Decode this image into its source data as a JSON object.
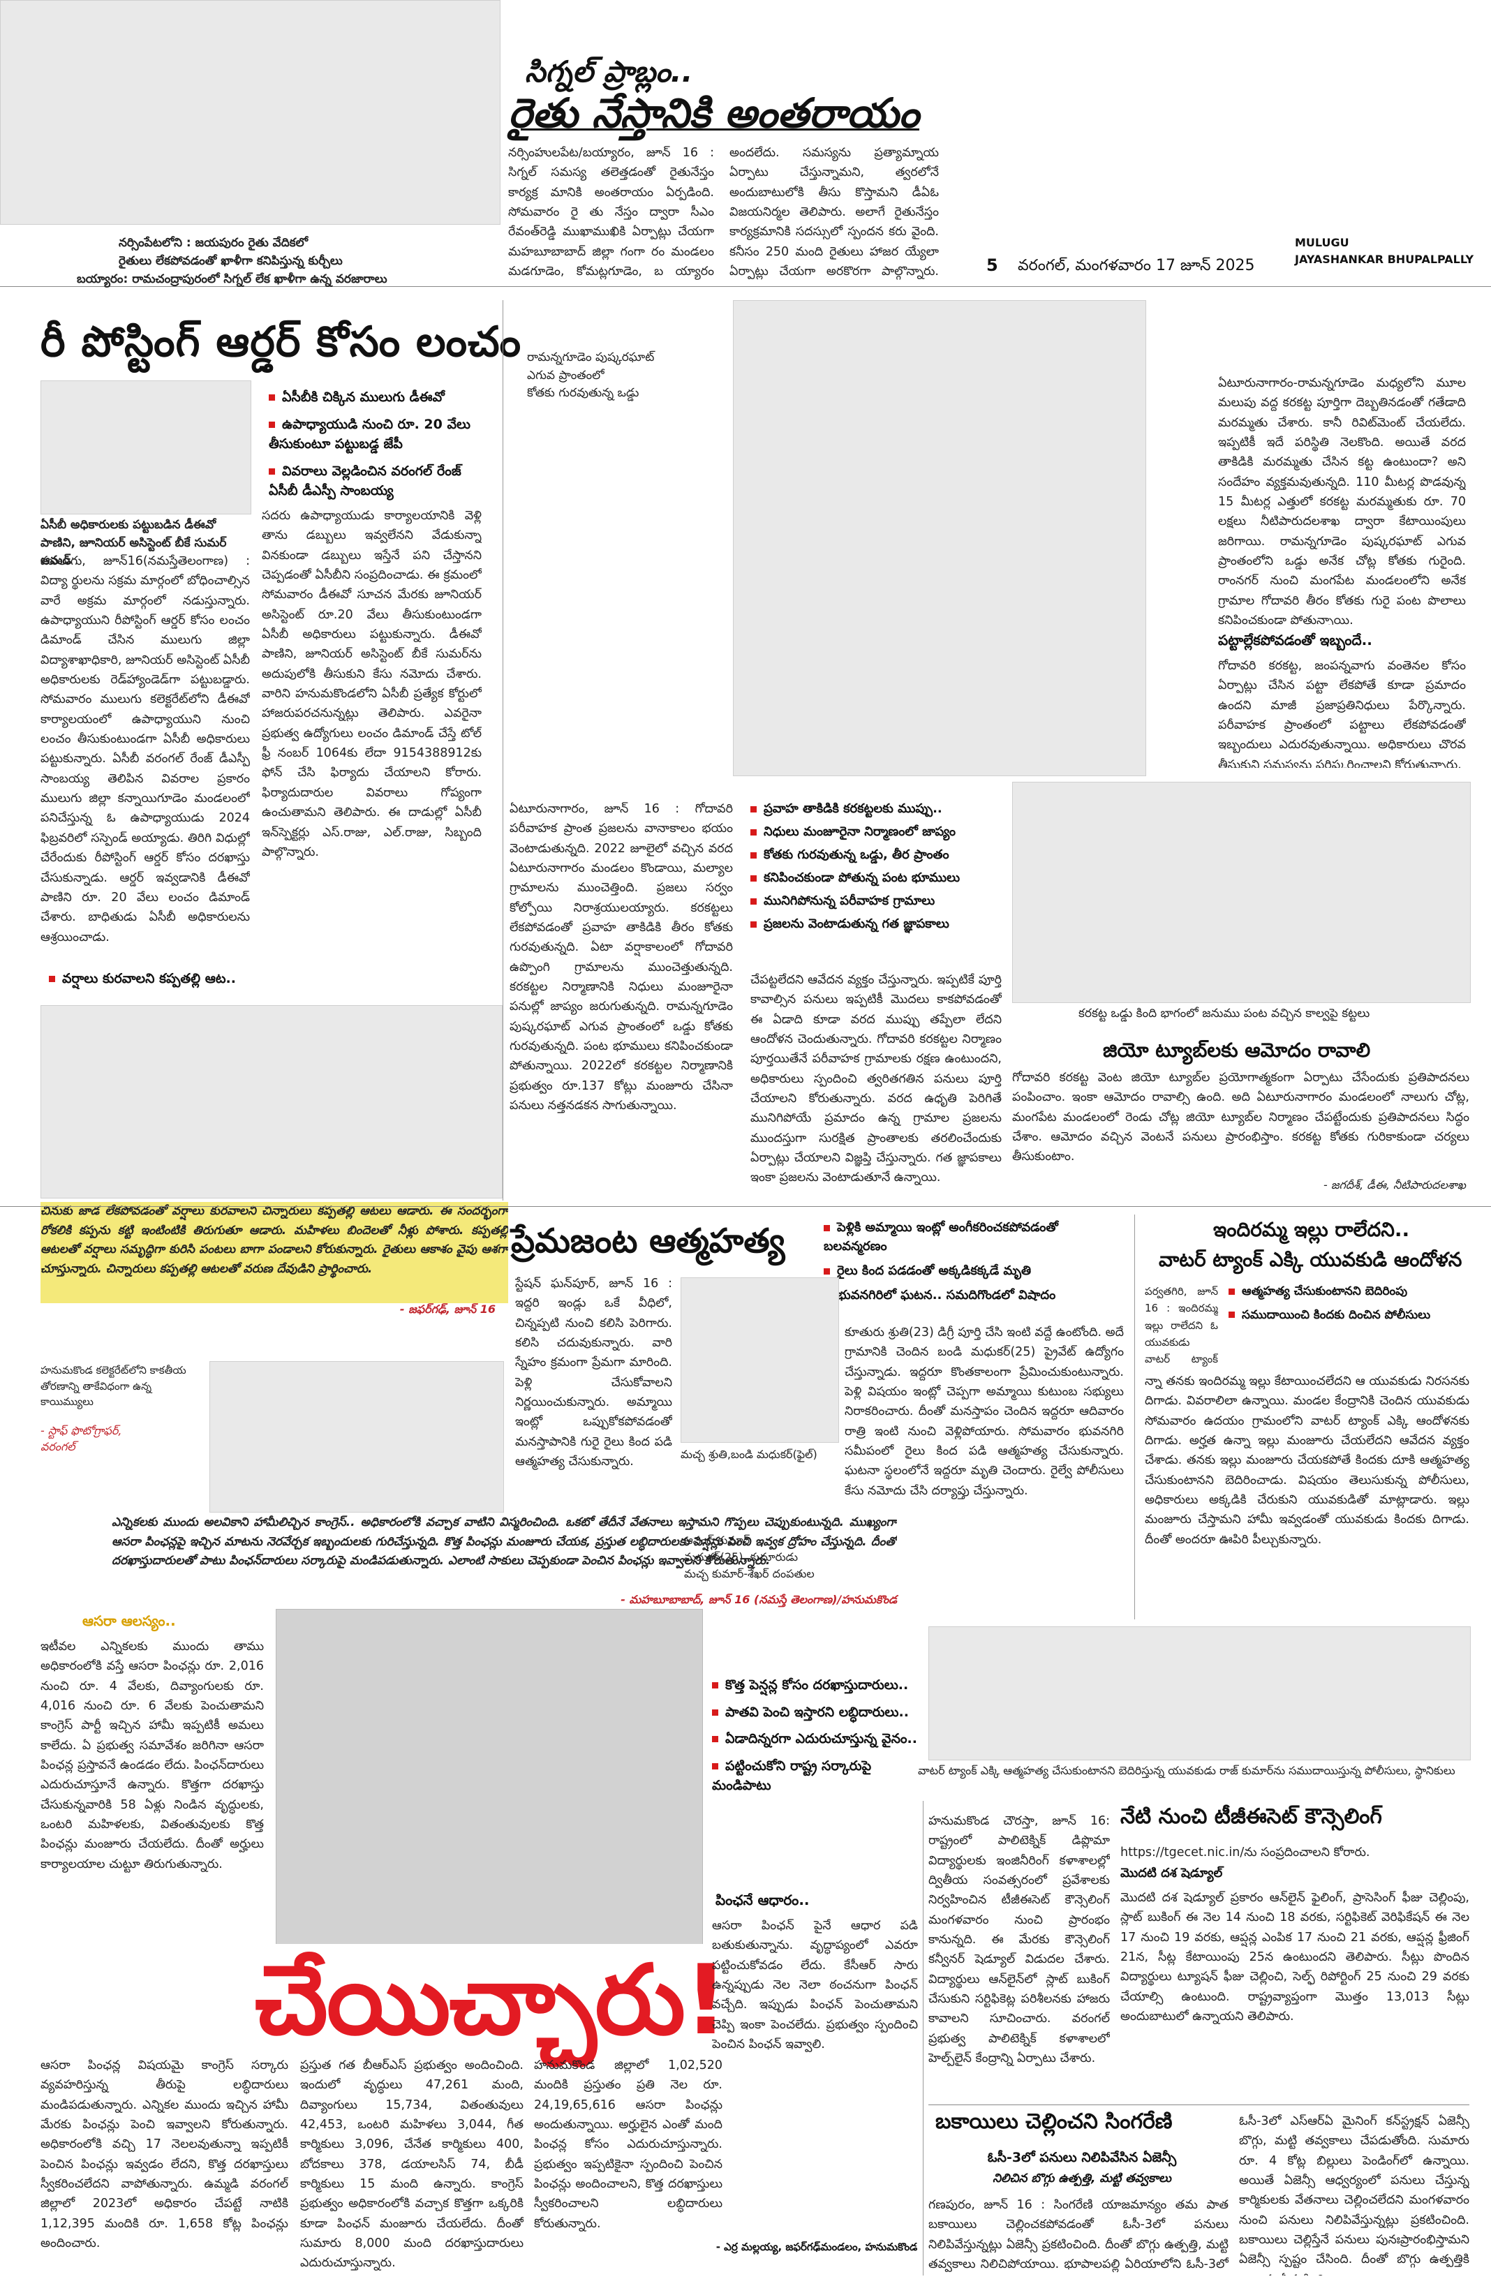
{
  "masthead": {
    "page_number": "5",
    "dateline": "వరంగల్, మంగళవారం 17 జూన్ 2025",
    "district_1": "MULUGU",
    "district_2": "JAYASHANKAR BHUPALPALLY"
  },
  "signal_story": {
    "kicker": "సిగ్నల్ ప్రాబ్లం..",
    "headline": "రైతు నేస్తానికి అంతరాయం",
    "photo_caption_1": "నర్సింపేటలోని : జయపురం రైతు వేదికలో",
    "photo_caption_2": "రైతులు లేకపోవడంతో ఖాళీగా కనిపిస్తున్న కుర్చీలు",
    "photo_caption_3": "బయ్యారం: రామచంద్రాపురంలో సిగ్నల్ లేక ఖాళీగా ఉన్న వరజారాలు",
    "body_1": "నర్సింహులపేట/బయ్యారం, జూన్ 16 : సిగ్నల్ సమస్య తలెత్తడంతో రైతునేస్తం కార్యక్ర మానికి అంతరాయం ఏర్పడింది. సోమవారం రై తు నేస్తం ద్వారా సీఎం రేవంత్‌రెడ్డి ముఖాముఖికి ఏర్పాట్లు చేయగా మహబూబాబాద్ జిల్లా గంగా రం మండలం మడగూడెం, కోమట్లగూడెం, బ య్యారం మండలం రామచంద్రాపురం గ్రామాల రైతు వేదికల్లోని అనుసంధాన పరికరాలకు సిగ్నల్",
    "body_2": "అందలేదు. సమస్యను ప్రత్యామ్నాయ ఏర్పాటు చేస్తున్నామని, త్వరలోనే అందుబాటులోకి తీసు కొస్తామని డీఏఓ విజయనిర్మల తెలిపారు. అలాగే రైతునేస్తం కార్యక్రమానికి సదస్సులో స్పందన కరు వైంది. కనీసం 250 మంది రైతులు హాజర య్యేలా ఏర్పాట్లు చేయగా అరకొరగా పాల్గొన్నారు. నర్సింహులపేట మండలం జయపురంలో ఎక్కు వగా ఖాళీ కుర్చీలే కనిపించాయి."
  },
  "reposting_story": {
    "headline": "రీ పోస్టింగ్ ఆర్డర్ కోసం లంచం",
    "bullets": [
      "ఏసీబీకి చిక్కిన ములుగు డీఈవో",
      "ఉపాధ్యాయుడి నుంచి రూ. 20 వేలు తీసుకుంటూ పట్టుబడ్డ జేపీ",
      "వివరాలు వెల్లడించిన వరంగల్ రేంజ్ ఏసీబీ డీఎస్పీ సాంబయ్య"
    ],
    "photo_caption": "ఏసీబీ అధికారులకు పట్టుబడిన డీఈవో పాణిని, జూనియర్ అసిస్టెంట్ బీకే సుమర్ ఆమడ్",
    "body_1": "ములుగు, జూన్16(నమస్తేతెలంగాణ) : విద్యా ర్థులను సక్రమ మార్గంలో బోధించాల్సిన వారే అక్రమ మార్గంలో నడుస్తున్నారు. ఉపాధ్యాయుని రీపోస్టింగ్ ఆర్డర్ కోసం లంచం డిమాండ్ చేసిన ములుగు జిల్లా విద్యాశాఖాధికారి, జూనియర్ అసిస్టెంట్ ఏసీబీ అధికారులకు రెడ్‌హ్యాండెడ్‌గా పట్టుబడ్డారు. సోమవారం ములుగు కలెక్టరేట్‌లోని డీఈవో కార్యాలయంలో ఉపాధ్యాయుని నుంచి లంచం తీసుకుంటుండగా ఏసీబీ అధికారులు పట్టుకున్నారు. ఏసీబీ వరంగల్ రేంజ్ డీఎస్పీ సాంబయ్య తెలిపిన వివరాల ప్రకారం ములుగు జిల్లా కన్నాయిగూడెం మండలంలో పనిచేస్తున్న ఓ ఉపాధ్యాయుడు 2024 ఫిబ్రవరిలో సస్పెండ్ అయ్యాడు. తిరిగి విధుల్లో చేరేందుకు రీపోస్టింగ్ ఆర్డర్ కోసం దరఖాస్తు చేసుకున్నాడు. ఆర్డర్ ఇవ్వడానికి డీఈవో పాణిని రూ. 20 వేలు లంచం డిమాండ్ చేశారు. బాధితుడు ఏసీబీ అధికారులను ఆశ్రయించాడు.",
    "body_2": "సదరు ఉపాధ్యాయుడు కార్యాలయానికి వెళ్లి తాను డబ్బులు ఇవ్వలేనని వేడుకున్నా వినకుండా డబ్బులు ఇస్తేనే పని చేస్తానని చెప్పడంతో ఏసీబీని సంప్రదించాడు. ఈ క్రమంలో సోమవారం డీఈవో సూచన మేరకు జూనియర్ అసిస్టెంట్ రూ.20 వేలు తీసుకుంటుండగా ఏసీబీ అధికారులు పట్టుకున్నారు. డీఈవో పాణిని, జూనియర్ అసిస్టెంట్ బీకే సుమర్‌ను అదుపులోకి తీసుకుని కేసు నమోదు చేశారు. వారిని హనుమకొండలోని ఏసీబీ ప్రత్యేక కోర్టులో హాజరుపరచనున్నట్లు తెలిపారు. ఎవరైనా ప్రభుత్వ ఉద్యోగులు లంచం డిమాండ్ చేస్తే టోల్ ఫ్రీ నంబర్ 1064కు లేదా 9154388912కు ఫోన్ చేసి ఫిర్యాదు చేయాలని కోరారు. ఫిర్యాదుదారుల వివరాలు గోప్యంగా ఉంచుతామని తెలిపారు. ఈ దాడుల్లో ఏసీబీ ఇన్‌స్పెక్టర్లు ఎస్.రాజు, ఎల్.రాజు, సిబ్బంది పాల్గొన్నారు."
  },
  "rain_brief": {
    "caption_1": "రామన్నగూడెం పుష్కరఘాట్",
    "caption_2": "ఎగువ ప్రాంతంలో",
    "caption_3": "కోతకు గురవుతున్న ఒడ్డు",
    "subhead": "వర్షాలు కురవాలని కప్పతల్లి ఆట..",
    "body": "చినుకు జాడ లేకపోవడంతో వర్షాలు కురవాలని చిన్నారులు కప్పతల్లి ఆటలు ఆడారు. ఈ సందర్భంగా రోకలికి కప్పను కట్టి ఇంటింటికి తిరుగుతూ ఆడారు. మహిళలు బిందెలతో నీళ్లు పోశారు. కప్పతల్లి ఆటలతో వర్షాలు సమృద్ధిగా కురిసి పంటలు బాగా పండాలని కోరుకున్నారు. రైతులు ఆకాశం వైపు ఆశగా చూస్తున్నారు. చిన్నారులు కప్పతల్లి ఆటలతో వరుణ దేవుడిని ప్రార్థించారు.",
    "credit": "- జఫర్‌గఢ్, జూన్ 16"
  },
  "godavari_story": {
    "bullets": [
      "ప్రవాహ తాకిడికి కరకట్టలకు ముప్పు..",
      "నిధులు మంజూరైనా నిర్మాణంలో జాప్యం",
      "కోతకు గురవుతున్న ఒడ్డు, తీర ప్రాంతం",
      "కనిపించకుండా పోతున్న పంట భూములు",
      "మునిగిపోనున్న పరీవాహక గ్రామాలు",
      "ప్రజలను వెంటాడుతున్న గత జ్ఞాపకాలు"
    ],
    "body_1": "ఏటూరునాగారం, జూన్ 16 : గోదావరి పరీవాహక ప్రాంత ప్రజలను వానాకాలం భయం వెంటాడుతున్నది. 2022 జూలైలో వచ్చిన వరద ఏటూరునాగారం మండలం కొండాయి, మల్యాల గ్రామాలను ముంచెత్తింది. ప్రజలు సర్వం కోల్పోయి నిరాశ్రయులయ్యారు. కరకట్టలు లేకపోవడంతో ప్రవాహ తాకిడికి తీరం కోతకు గురవుతున్నది. ఏటా వర్షాకాలంలో గోదావరి ఉప్పొంగి గ్రామాలను ముంచెత్తుతున్నది. కరకట్టల నిర్మాణానికి నిధులు మంజూరైనా పనుల్లో జాప్యం జరుగుతున్నది. రామన్నగూడెం పుష్కరఘాట్ ఎగువ ప్రాంతంలో ఒడ్డు కోతకు గురవుతున్నది. పంట భూములు కనిపించకుండా పోతున్నాయి. 2022లో కరకట్టల నిర్మాణానికి ప్రభుత్వం రూ.137 కోట్లు మంజూరు చేసినా పనులు నత్తనడకన సాగుతున్నాయి.",
    "body_2": "చేపట్టలేదని ఆవేదన వ్యక్తం చేస్తున్నారు. ఇప్పటికే పూర్తి కావాల్సిన పనులు ఇప్పటికీ మొదలు కాకపోవడంతో ఈ ఏడాది కూడా వరద ముప్పు తప్పేలా లేదని ఆందోళన చెందుతున్నారు. గోదావరి కరకట్టల నిర్మాణం పూర్తయితేనే పరీవాహక గ్రామాలకు రక్షణ ఉంటుందని, అధికారులు స్పందించి త్వరితగతిన పనులు పూర్తి చేయాలని కోరుతున్నారు. వరద ఉధృతి పెరిగితే మునిగిపోయే ప్రమాదం ఉన్న గ్రామాల ప్రజలను ముందస్తుగా సురక్షిత ప్రాంతాలకు తరలించేందుకు ఏర్పాట్లు చేయాలని విజ్ఞప్తి చేస్తున్నారు. గత జ్ఞాపకాలు ఇంకా ప్రజలను వెంటాడుతూనే ఉన్నాయి.",
    "body_3": "ఏటూరునాగారం-రామన్నగూడెం మధ్యలోని మూల మలుపు వద్ద కరకట్ట పూర్తిగా దెబ్బతినడంతో గతేడాది మరమ్మతు చేశారు. కానీ రివిట్‌మెంట్ చేయలేదు. ఇప్పటికీ ఇదే పరిస్థితి నెలకొంది. అయితే వరద తాకిడికి మరమ్మతు చేసిన కట్ట ఉంటుందా? అని సందేహం వ్యక్తమవుతున్నది. 110 మీటర్ల పొడవున్న 15 మీటర్ల ఎత్తులో కరకట్ట మరమ్మతుకు రూ. 70 లక్షలు నీటిపారుదలశాఖ ద్వారా కేటాయింపులు జరిగాయి. రామన్నగూడెం పుష్కరఘాట్ ఎగువ ప్రాంతంలోని ఒడ్డు అనేక చోట్ల కోతకు గురైంది. రాంనగర్ నుంచి మంగపేట మండలంలోని అనేక గ్రామాల గోదావరి తీరం కోతకు గురై పంట పొలాలు కనిపించకుండా పోతున్నాయి.",
    "subhead": "పట్టాల్లేకపోవడంతో ఇబ్బందే..",
    "body_4": "గోదావరి కరకట్ట, జంపన్నవాగు వంతెనల కోసం ఏర్పాట్లు చేసిన పట్టా లేకపోతే కూడా ప్రమాదం ఉందని మాజీ ప్రజాప్రతినిధులు పేర్కొన్నారు. పరీవాహక ప్రాంతంలో పట్టాలు లేకపోవడంతో ఇబ్బందులు ఎదురవుతున్నాయి. అధికారులు చొరవ తీసుకుని సమస్యను పరిష్కరించాలని కోరుతున్నారు."
  },
  "jio_story": {
    "photo_caption": "కరకట్ట ఒడ్డు కింది భాగంలో జనుము పంట వచ్చిన కాల్వపై కట్టలు",
    "headline": "జియో ట్యూబ్‌లకు ఆమోదం రావాలి",
    "body": "గోదావరి కరకట్ట వెంట జియో ట్యూబ్‌ల ప్రయోగాత్మకంగా ఏర్పాటు చేసేందుకు ప్రతిపాదనలు పంపించాం. ఇంకా ఆమోదం రావాల్సి ఉంది. అది ఏటూరునాగారం మండలంలో నాలుగు చోట్ల, మంగపేట మండలంలో రెండు చోట్ల జియో ట్యూబ్‌ల నిర్మాణం చేపట్టేందుకు ప్రతిపాదనలు సిద్ధం చేశాం. ఆమోదం వచ్చిన వెంటనే పనులు ప్రారంభిస్తాం. కరకట్ట కోతకు గురికాకుండా చర్యలు తీసుకుంటాం.",
    "credit": "- జగదీశ్, డీఈ, నీటిపారుదలశాఖ"
  },
  "love_story": {
    "headline": "ప్రేమజంట ఆత్మహత్య",
    "bullets": [
      "పెళ్లికి అమ్మాయి ఇంట్లో అంగీకరించకపోవడంతో బలవన్మరణం",
      "రైలు కింద పడడంతో అక్కడికక్కడే మృతి",
      "భువనగిరిలో ఘటన.. సమదిగొండలో విషాదం"
    ],
    "photo_caption": "మచ్చ శ్రుతి,బండి మధుకర్(ఫైల్)",
    "body_1": "స్టేషన్ ఘన్‌పూర్, జూన్ 16 : ఇద్దరి ఇండ్లు ఒకే వీధిలో, చిన్నప్పటి నుంచి కలిసి పెరిగారు. కలిసి చదువుకున్నారు. వారి స్నేహం క్రమంగా ప్రేమగా మారింది. పెళ్లి చేసుకోవాలని నిర్ణయించుకున్నారు. అమ్మాయి ఇంట్లో ఒప్పుకోకపోవడంతో మనస్తాపానికి గురై రైలు కింద పడి ఆత్మహత్య చేసుకున్నారు.",
    "body_2": "కూతురు శ్రుతి(23) డిగ్రీ పూర్తి చేసి ఇంటి వద్దే ఉంటోంది. అదే గ్రామానికి చెందిన బండి మధుకర్(25) ప్రైవేట్ ఉద్యోగం చేస్తున్నాడు. ఇద్దరూ కొంతకాలంగా ప్రేమించుకుంటున్నారు. పెళ్లి విషయం ఇంట్లో చెప్పగా అమ్మాయి కుటుంబ సభ్యులు నిరాకరించారు. దీంతో మనస్తాపం చెందిన ఇద్దరూ ఆదివారం రాత్రి ఇంటి నుంచి వెళ్లిపోయారు. సోమవారం భువనగిరి సమీపంలో రైలు కింద పడి ఆత్మహత్య చేసుకున్నారు. ఘటనా స్థలంలోనే ఇద్దరూ మృతి చెందారు. రైల్వే పోలీసులు కేసు నమోదు చేసి దర్యాప్తు చేస్తున్నారు.",
    "name_1": "మధుకర్(25),",
    "name_2": "కుమారుడు",
    "name_3": "మచ్చ కుమార్-శేఖర్",
    "name_4": "దంపతుల",
    "name_5": "ఆనంద్",
    "name_6": "కుమార్"
  },
  "colony_photo": {
    "caption_1": "హనుమకొండ కలెక్టరేట్‌లోని కాకతీయ",
    "caption_2": "తోరణాన్ని తాకేవిధంగా ఉన్న",
    "caption_3": "కాయిమ్యులు",
    "credit_1": "- స్టాఫ్ ఫొటోగ్రాఫర్,",
    "credit_2": "వరంగల్"
  },
  "congress_brief": {
    "body": "ఎన్నికలకు ముందు అలవికాని హామీలిచ్చిన కాంగ్రెస్.. అధికారంలోకి వచ్చాక వాటిని విస్మరించింది. ఒకటో తేదీనే వేతనాలు ఇస్తామని గొప్పలు చెప్పుకుంటున్నది. ముఖ్యంగా ఆసరా పింఛన్లపై ఇచ్చిన మాటను నెరవేర్చక ఇబ్బందులకు గురిచేస్తున్నది. కొత్త పింఛన్లు మంజూరు చేయక, ప్రస్తుత లబ్ధిదారులకు పెన్షన్లు పెంచి ఇవ్వక ద్రోహం చేస్తున్నది. దీంతో దరఖాస్తుదారులతో పాటు పింఛన్‌దారులు సర్కారుపై మండిపడుతున్నారు. ఎలాంటి సాకులు చెప్పకుండా పెంచిన పింఛన్లు ఇవ్వాలని కోరుతున్నారు.",
    "credit": "- మహబూబాబాద్, జూన్ 16 (నమస్తే తెలంగాణ)/హనుమకొండ"
  },
  "indiramma_story": {
    "kicker": "ఇందిరమ్మ ఇల్లు రాలేదని..",
    "headline": "వాటర్ ట్యాంక్ ఎక్కి యువకుడి ఆందోళన",
    "bullets": [
      "ఆత్మహత్య చేసుకుంటానని బెదిరింపు",
      "సముదాయించి కిందకు దించిన పోలీసులు"
    ],
    "body_1": "పర్వతగిరి, జూన్ 16 : ఇందిరమ్మ ఇల్లు రాలేదని ఓ యువకుడు వాటర్ ట్యాంక్ ఎక్కి ఆత్మహత్య చేసుకుంటానని బెదిరించాడు.",
    "body_2": "న్నా తనకు ఇందిరమ్మ ఇల్లు కేటాయించలేదని ఆ యువకుడు నిరసనకు దిగాడు. వివరాలిలా ఉన్నాయి. మండల కేంద్రానికి చెందిన యువకుడు సోమవారం ఉదయం గ్రామంలోని వాటర్ ట్యాంక్ ఎక్కి ఆందోళనకు దిగాడు. అర్హత ఉన్నా ఇల్లు మంజూరు చేయలేదని ఆవేదన వ్యక్తం చేశాడు. తనకు ఇల్లు మంజూరు చేయకపోతే కిందకు దూకి ఆత్మహత్య చేసుకుంటానని బెదిరించాడు. విషయం తెలుసుకున్న పోలీసులు, అధికారులు అక్కడికి చేరుకుని యువకుడితో మాట్లాడారు. ఇల్లు మంజూరు చేస్తామని హామీ ఇవ్వడంతో యువకుడు కిందకు దిగాడు. దీంతో అందరూ ఊపిరి పీల్చుకున్నారు.",
    "photo_caption": "వాటర్ ట్యాంక్ ఎక్కి ఆత్మహత్య చేసుకుంటానని బెదిరిస్తున్న యువకుడు రాజ్ కుమార్‌ను సముదాయిస్తున్న పోలీసులు, స్థానికులు"
  },
  "asara_story": {
    "subhead": "ఆసరా ఆలస్యం..",
    "intro": "ఇటీవల ఎన్నికలకు ముందు తాము అధికారంలోకి వస్తే ఆసరా పింఛన్లు రూ. 2,016 నుంచి రూ. 4 వేలకు, దివ్యాంగులకు రూ. 4,016 నుంచి రూ. 6 వేలకు పెంచుతామని కాంగ్రెస్ పార్టీ ఇచ్చిన హామీ ఇప్పటికీ అమలు కాలేదు. ఏ ప్రభుత్వ సమావేశం జరిగినా ఆసరా పింఛన్ల ప్రస్తావనే ఉండడం లేదు. పింఛన్‌దారులు ఎదురుచూస్తూనే ఉన్నారు. కొత్తగా దరఖాస్తు చేసుకున్నవారికి 58 ఏళ్లు నిండిన వృద్ధులకు, ఒంటరి మహిళలకు, వితంతువులకు కొత్త పింఛన్లు మంజూరు చేయలేదు. దీంతో అర్హులు కార్యాలయాల చుట్టూ తిరుగుతున్నారు.",
    "bullets": [
      "కొత్త పెన్షన్ల కోసం దరఖాస్తుదారులు..",
      "పాతవి పెంచి ఇస్తారని లబ్ధిదారులు..",
      "ఏడాదిన్నరగా ఎదురుచూస్తున్న వైనం..",
      "పట్టించుకోని రాష్ట్ర సర్కారుపై మండిపాటు"
    ],
    "headline": "చేయిచ్చారు!",
    "body_1": "ఆసరా పింఛన్ల విషయమై కాంగ్రెస్ సర్కారు వ్యవహరిస్తున్న తీరుపై లబ్ధిదారులు మండిపడుతున్నారు. ఎన్నికల ముందు ఇచ్చిన హామీ మేరకు పింఛన్లు పెంచి ఇవ్వాలని కోరుతున్నారు. అధికారంలోకి వచ్చి 17 నెలలవుతున్నా ఇప్పటికీ పెంచిన పింఛన్లు ఇవ్వడం లేదని, కొత్త దరఖాస్తులు స్వీకరించలేదని వాపోతున్నారు. ఉమ్మడి వరంగల్ జిల్లాలో 2023లో అధికారం చేపట్టే నాటికి 1,12,395 మందికి రూ. 1,658 కోట్ల పింఛన్లు అందించారు.",
    "body_2": "ప్రస్తుత గత బీఆర్‌ఎస్ ప్రభుత్వం అందించింది. ఇందులో వృద్ధులు 47,261 మంది, దివ్యాంగులు 15,734, వితంతువులు 42,453, ఒంటరి మహిళలు 3,044, గీత కార్మికులు 3,096, చేనేత కార్మికులు 400, బోదకాలు 378, డయాలసిస్ 74, బీడీ కార్మికులు 15 మంది ఉన్నారు. కాంగ్రెస్ ప్రభుత్వం అధికారంలోకి వచ్చాక కొత్తగా ఒక్కరికి కూడా పింఛన్ మంజూరు చేయలేదు. దీంతో సుమారు 8,000 మంది దరఖాస్తుదారులు ఎదురుచూస్తున్నారు.",
    "body_3": "హనుమకొండ జిల్లాలో 1,02,520 మందికి ప్రస్తుతం ప్రతి నెల రూ. 24,19,65,616 ఆసరా పింఛన్లు అందుతున్నాయి. అర్హులైన ఎంతో మంది పింఛన్ల కోసం ఎదురుచూస్తున్నారు. ప్రభుత్వం ఇప్పటికైనా స్పందించి పెంచిన పింఛన్లు అందించాలని, కొత్త దరఖాస్తులు స్వీకరించాలని లబ్ధిదారులు కోరుతున్నారు.",
    "subhead_2": "పింఛనే ఆధారం..",
    "body_4": "ఆసరా పింఛన్ పైనే ఆధార పడి బతుకుతున్నాను. వృద్ధాప్యంలో ఎవరూ పట్టించుకోవడం లేదు. కేసీఆర్ సారు ఉన్నప్పుడు నెల నెలా ఠంచనుగా పింఛన్ వచ్చేది. ఇప్పుడు పింఛన్ పెంచుతామని చెప్పి ఇంకా పెంచలేదు. ప్రభుత్వం స్పందించి పెంచిన పింఛన్ ఇవ్వాలి.",
    "credit": "- ఎర్ర మల్లయ్య, జఫర్‌గఢ్‌మండలం, హనుమకొండ"
  },
  "tgecet_story": {
    "headline": "నేటి నుంచి టీజీఈసెట్ కౌన్సెలింగ్",
    "subhead": "మొదటి దశ షెడ్యూల్",
    "body_1": "హనుమకొండ చౌరస్తా, జూన్ 16: రాష్ట్రంలో పాలిటెక్నిక్ డిప్లొమా విద్యార్థులకు ఇంజినీరింగ్ కళాశాలల్లో ద్వితీయ సంవత్సరంలో ప్రవేశాలకు నిర్వహించిన టీజీఈసెట్ కౌన్సెలింగ్ మంగళవారం నుంచి ప్రారంభం కానున్నది. ఈ మేరకు కౌన్సెలింగ్ కన్వీనర్ షెడ్యూల్ విడుదల చేశారు. విద్యార్థులు ఆన్‌లైన్‌లో స్లాట్ బుకింగ్ చేసుకుని సర్టిఫికెట్ల పరిశీలనకు హాజరు కావాలని సూచించారు. వరంగల్ ప్రభుత్వ పాలిటెక్నిక్ కళాశాలలో హెల్ప్‌లైన్ కేంద్రాన్ని ఏర్పాటు చేశారు.",
    "url": "https://tgecet.nic.in/ను సంప్రదించాలని కోరారు.",
    "body_2": "మొదటి దశ షెడ్యూల్ ప్రకారం ఆన్‌లైన్ ఫైలింగ్, ప్రాసెసింగ్ ఫీజు చెల్లింపు, స్లాట్ బుకింగ్ ఈ నెల 14 నుంచి 18 వరకు, సర్టిఫికెట్ వెరిఫికేషన్ ఈ నెల 17 నుంచి 19 వరకు, ఆప్షన్ల ఎంపిక 17 నుంచి 21 వరకు, ఆప్షన్ల ఫ్రీజింగ్ 21న, సీట్ల కేటాయింపు 25న ఉంటుందని తెలిపారు. సీట్లు పొందిన విద్యార్థులు ట్యూషన్ ఫీజు చెల్లించి, సెల్ఫ్ రిపోర్టింగ్ 25 నుంచి 29 వరకు చేయాల్సి ఉంటుంది. రాష్ట్రవ్యాప్తంగా మొత్తం 13,013 సీట్లు అందుబాటులో ఉన్నాయని తెలిపారు."
  },
  "singareni_story": {
    "headline": "బకాయిలు చెల్లించని సింగరేణి",
    "kicker_1": "ఓసీ-3లో పనులు నిలిపివేసిన ఏజెన్సీ",
    "kicker_2": "నిలిచిన బొగ్గు ఉత్పత్తి, మట్టి తవ్వకాలు",
    "body_1": "గణపురం, జూన్ 16 : సింగరేణి యాజమాన్యం తమ పాత బకాయిలు చెల్లించకపోవడంతో ఓసీ-3లో పనులు నిలిపివేస్తున్నట్లు ఏజెన్సీ ప్రకటించింది. దీంతో బొగ్గు ఉత్పత్తి, మట్టి తవ్వకాలు నిలిచిపోయాయి. భూపాలపల్లి ఏరియాలోని ఓసీ-3లో మట్టి తొలగింపు పనులను ప్రైవేట్ ఏజెన్సీ నిర్వహిస్తోంది. సోమవారం ఉదయం నుంచి కార్మికులు విధులకు హాజరు కాలేదు.",
    "body_2": "ఓసీ-3లో ఎస్‌ఆర్‌ఏ మైనింగ్ కన్‌స్ట్రక్షన్ ఏజెన్సీ బొగ్గు, మట్టి తవ్వకాలు చేపడుతోంది. సుమారు రూ. 4 కోట్ల బిల్లులు పెండింగ్‌లో ఉన్నాయి. అయితే ఏజెన్సీ ఆధ్వర్యంలో పనులు చేస్తున్న కార్మికులకు వేతనాలు చెల్లించలేదని మంగళవారం నుంచి పనులు నిలిపివేస్తున్నట్లు ప్రకటించింది. బకాయిలు చెల్లిస్తేనే పనులు పునఃప్రారంభిస్తామని ఏజెన్సీ స్పష్టం చేసింది. దీంతో బొగ్గు ఉత్పత్తికి ఆటంకం ఏర్పడింది."
  }
}
